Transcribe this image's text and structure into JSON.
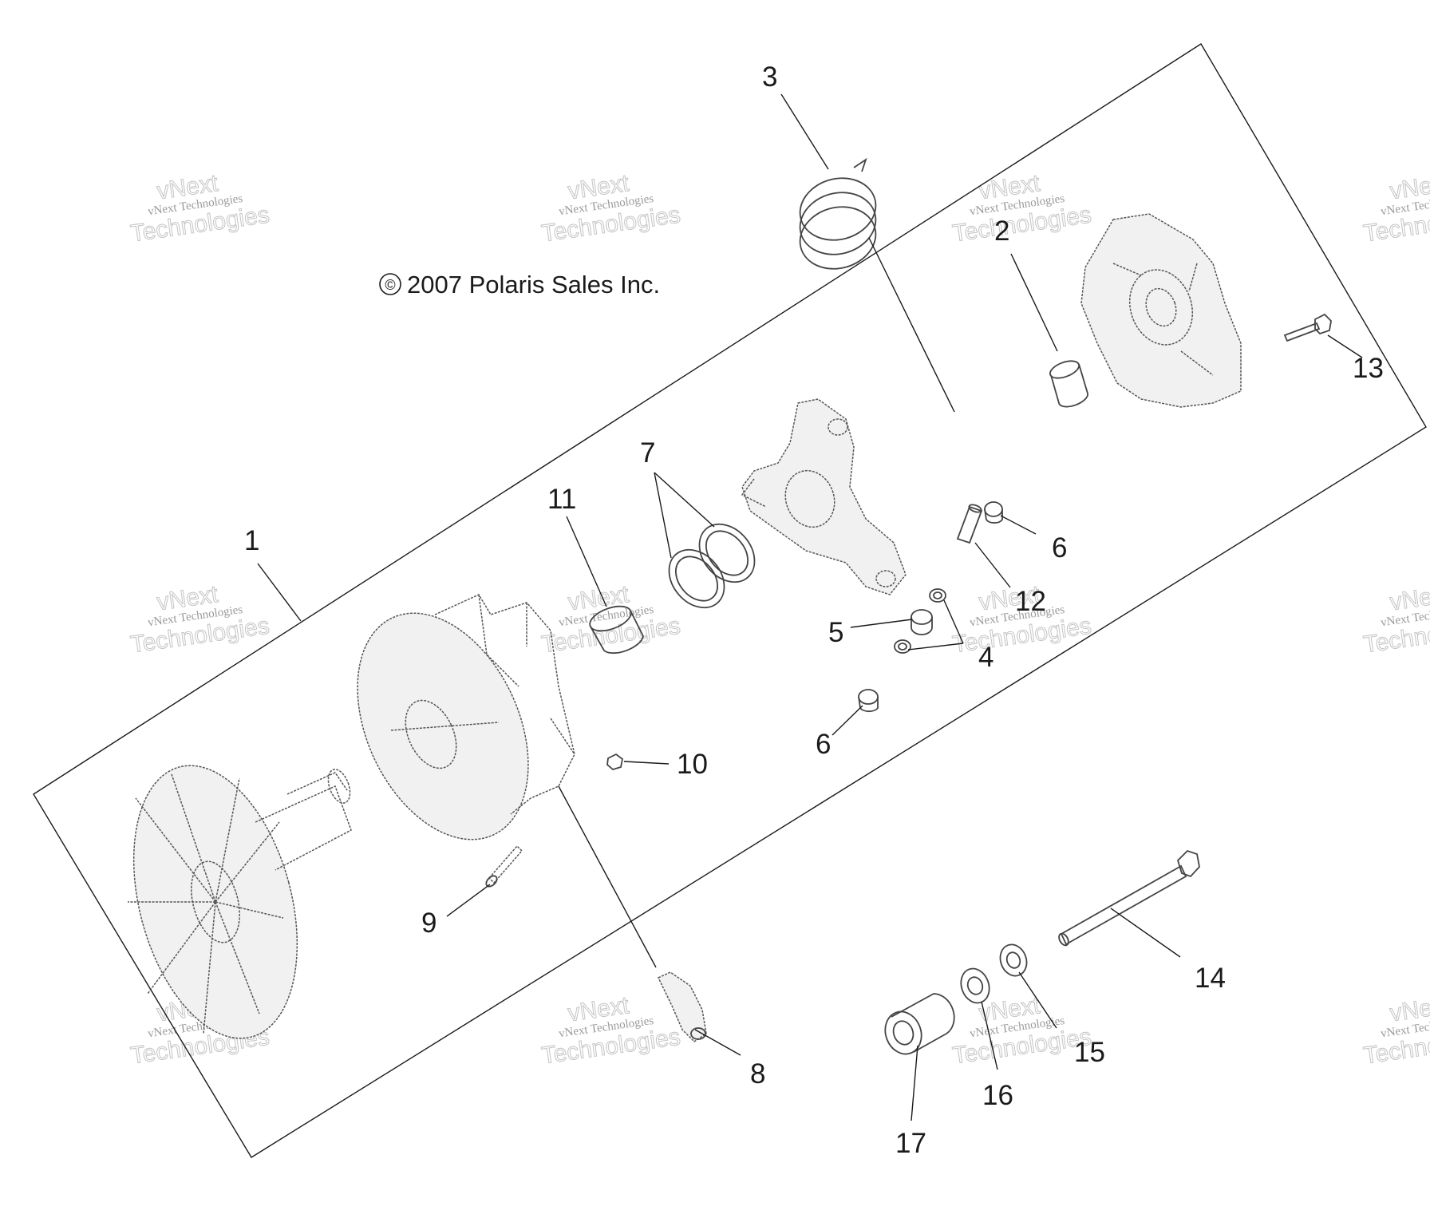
{
  "copyright": {
    "symbol": "©",
    "text": "2007 Polaris Sales Inc."
  },
  "watermark": {
    "line1": "vNext Technologies",
    "line2": "vNext",
    "line3": "Technologies"
  },
  "callouts": [
    {
      "id": "c1",
      "label": "1"
    },
    {
      "id": "c2",
      "label": "2"
    },
    {
      "id": "c3",
      "label": "3"
    },
    {
      "id": "c4",
      "label": "4"
    },
    {
      "id": "c5",
      "label": "5"
    },
    {
      "id": "c6a",
      "label": "6"
    },
    {
      "id": "c6b",
      "label": "6"
    },
    {
      "id": "c7",
      "label": "7"
    },
    {
      "id": "c8",
      "label": "8"
    },
    {
      "id": "c9",
      "label": "9"
    },
    {
      "id": "c10",
      "label": "10"
    },
    {
      "id": "c11",
      "label": "11"
    },
    {
      "id": "c12",
      "label": "12"
    },
    {
      "id": "c13",
      "label": "13"
    },
    {
      "id": "c14",
      "label": "14"
    },
    {
      "id": "c15",
      "label": "15"
    },
    {
      "id": "c16",
      "label": "16"
    },
    {
      "id": "c17",
      "label": "17"
    }
  ]
}
